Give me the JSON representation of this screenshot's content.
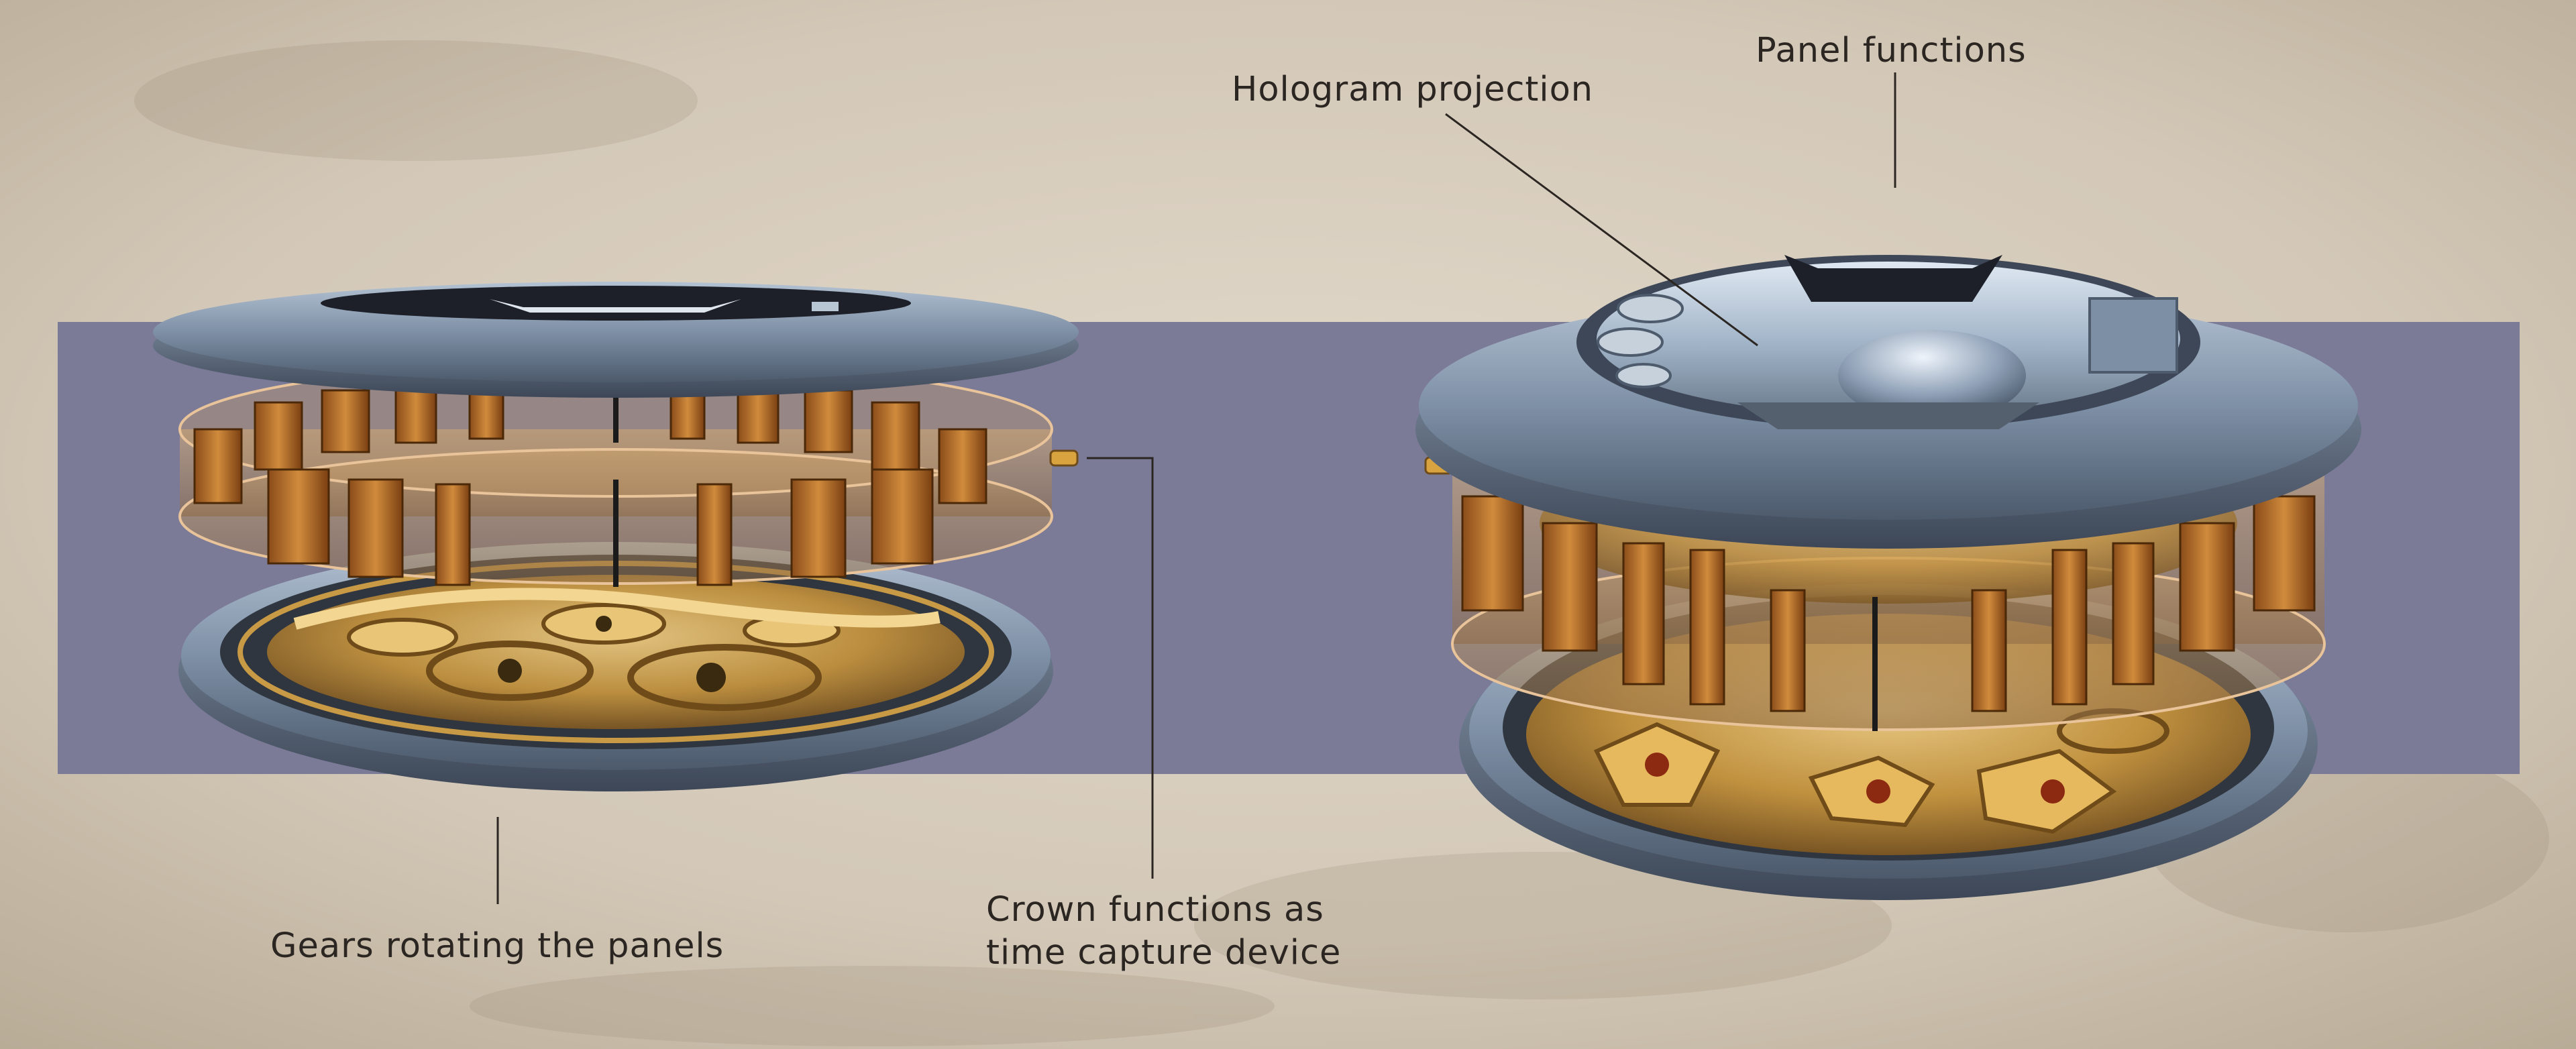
{
  "callouts": {
    "panel_functions": "Panel functions",
    "hologram_projection": "Hologram projection",
    "crown_functions": [
      "Crown functions as",
      "time capture device"
    ],
    "gears_rotating": "Gears rotating the panels"
  },
  "colors": {
    "background": "#d6ccbc",
    "band": "#7b7b98",
    "steel": "#8798ac",
    "gold": "#c99a45",
    "panel_amber": "#b8732e",
    "leader_line": "#2b2622"
  }
}
